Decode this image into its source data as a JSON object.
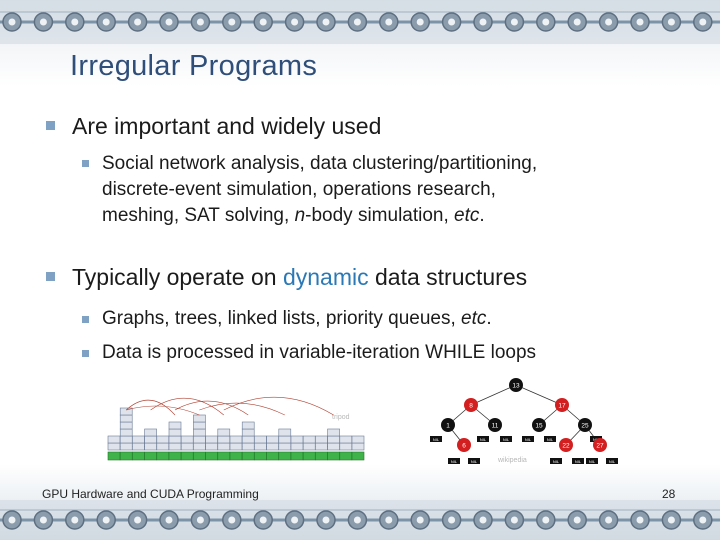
{
  "title": "Irregular Programs",
  "bullets": {
    "b1": "Are important and widely used",
    "b1_sub1": {
      "line1": "Social network analysis, data clustering/partitioning,",
      "line2": "discrete-event simulation, operations research,",
      "line3_a": "meshing, SAT solving, ",
      "line3_b": "n",
      "line3_c": "-body simulation, ",
      "line3_d": "etc",
      "line3_e": "."
    },
    "b2": {
      "a": "Typically operate on ",
      "b": "dynamic",
      "c": " data structures"
    },
    "b2_sub1": {
      "a": "Graphs, trees, linked lists, priority queues, ",
      "b": "etc",
      "c": "."
    },
    "b2_sub2": "Data is processed in variable-iteration WHILE loops"
  },
  "figures": {
    "left_credit": "tripod",
    "right_credit": "wikipedia",
    "tree_nodes": [
      {
        "label": "13",
        "color": "black"
      },
      {
        "label": "8",
        "color": "red"
      },
      {
        "label": "17",
        "color": "red"
      },
      {
        "label": "1",
        "color": "black"
      },
      {
        "label": "11",
        "color": "black"
      },
      {
        "label": "15",
        "color": "black"
      },
      {
        "label": "25",
        "color": "black"
      },
      {
        "label": "6",
        "color": "red"
      },
      {
        "label": "22",
        "color": "red"
      },
      {
        "label": "27",
        "color": "red"
      }
    ],
    "nil_label": "NIL"
  },
  "footer": {
    "course": "GPU Hardware and CUDA Programming",
    "page": "28"
  },
  "colors": {
    "title": "#2f4f7a",
    "accent": "#2a79b6",
    "bullet_marker": "#7ea1c4",
    "tree_red": "#d31f1f",
    "tree_black": "#111111"
  }
}
